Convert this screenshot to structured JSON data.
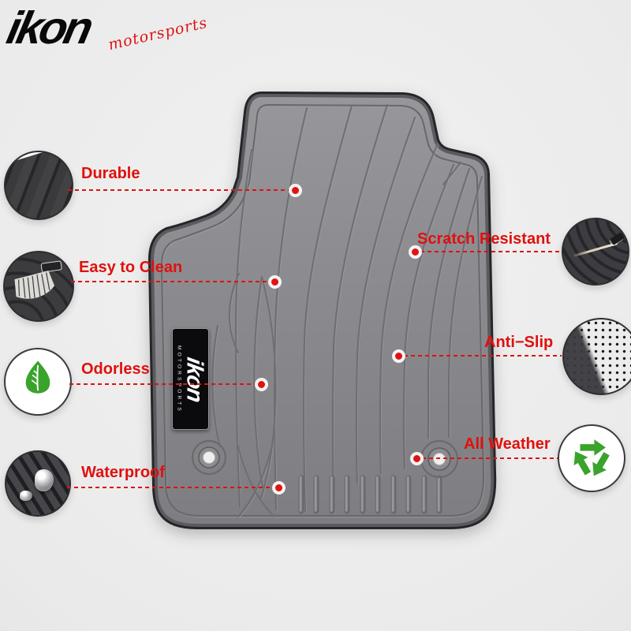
{
  "brand": {
    "name": "ikon",
    "tagline": "motorsports"
  },
  "mat_badge": {
    "name": "ikon",
    "sub": "MOTORSPORTS"
  },
  "product": {
    "description": "car floor mat, gray rubber, driver side"
  },
  "features": {
    "left": [
      {
        "label": "Durable",
        "icon": "mat-ridges-closeup"
      },
      {
        "label": "Easy to Clean",
        "icon": "cleaning-brush"
      },
      {
        "label": "Odorless",
        "icon": "green-leaf"
      },
      {
        "label": "Waterproof",
        "icon": "water-droplets"
      }
    ],
    "right": [
      {
        "label": "Scratch Resistant",
        "icon": "scratch-test-closeup"
      },
      {
        "label": "Anti−Slip",
        "icon": "textured-backing"
      },
      {
        "label": "All Weather",
        "icon": "recycle-arrows"
      }
    ]
  },
  "colors": {
    "accent_red": "#e01212",
    "eco_green": "#3aa32b",
    "mat_gray": "#8a8a8d",
    "background": "#eaeaea",
    "badge_black": "#0b0b0d"
  }
}
